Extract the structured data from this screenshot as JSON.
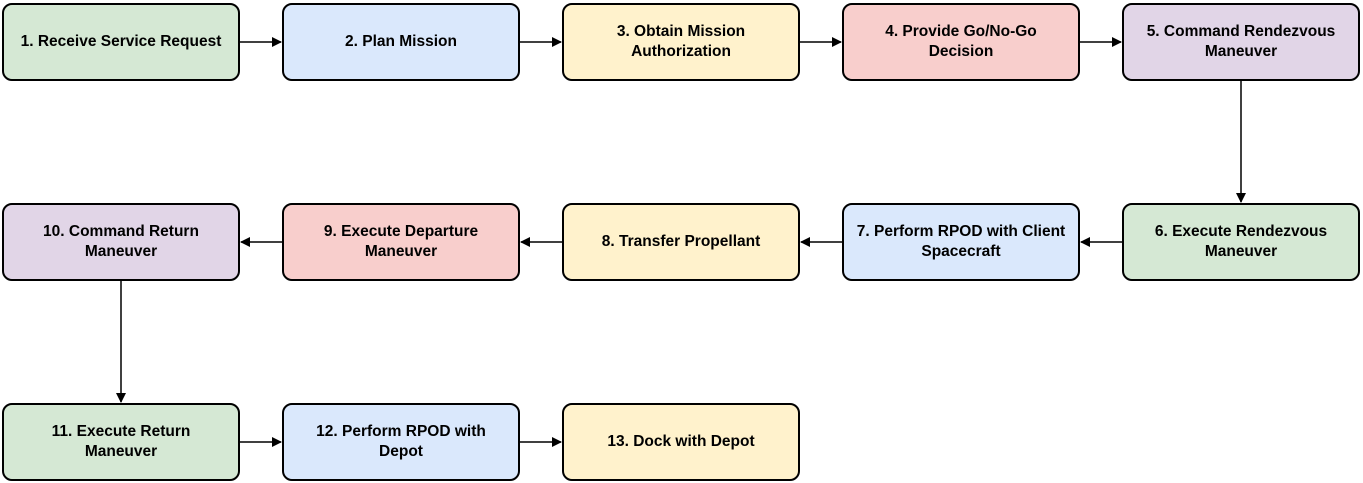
{
  "diagram": {
    "steps": [
      {
        "id": 1,
        "label": "1. Receive Service Request",
        "color": "#d5e8d4"
      },
      {
        "id": 2,
        "label": "2. Plan Mission",
        "color": "#dae8fc"
      },
      {
        "id": 3,
        "label": "3. Obtain Mission Authorization",
        "color": "#fff2cc"
      },
      {
        "id": 4,
        "label": "4. Provide Go/No-Go Decision",
        "color": "#f8cecc"
      },
      {
        "id": 5,
        "label": "5. Command Rendezvous Maneuver",
        "color": "#e1d5e7"
      },
      {
        "id": 6,
        "label": "6. Execute Rendezvous Maneuver",
        "color": "#d5e8d4"
      },
      {
        "id": 7,
        "label": "7. Perform RPOD with Client Spacecraft",
        "color": "#dae8fc"
      },
      {
        "id": 8,
        "label": "8. Transfer Propellant",
        "color": "#fff2cc"
      },
      {
        "id": 9,
        "label": "9. Execute Departure Maneuver",
        "color": "#f8cecc"
      },
      {
        "id": 10,
        "label": "10. Command Return Maneuver",
        "color": "#e1d5e7"
      },
      {
        "id": 11,
        "label": "11. Execute Return Maneuver",
        "color": "#d5e8d4"
      },
      {
        "id": 12,
        "label": "12. Perform RPOD with Depot",
        "color": "#dae8fc"
      },
      {
        "id": 13,
        "label": "13. Dock with Depot",
        "color": "#fff2cc"
      }
    ],
    "flow": [
      [
        1,
        2
      ],
      [
        2,
        3
      ],
      [
        3,
        4
      ],
      [
        4,
        5
      ],
      [
        5,
        6
      ],
      [
        6,
        7
      ],
      [
        7,
        8
      ],
      [
        8,
        9
      ],
      [
        9,
        10
      ],
      [
        10,
        11
      ],
      [
        11,
        12
      ],
      [
        12,
        13
      ]
    ]
  }
}
